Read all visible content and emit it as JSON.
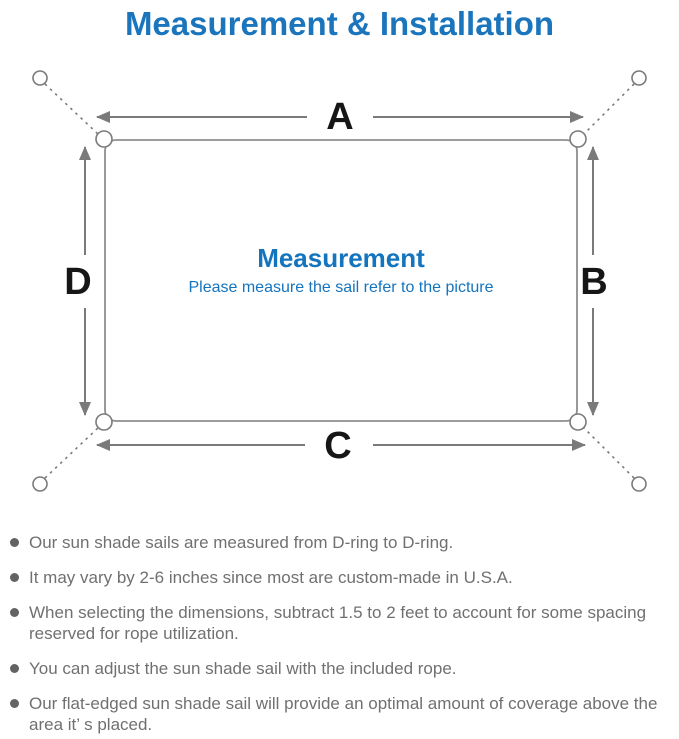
{
  "title": "Measurement & Installation",
  "diagram": {
    "side_labels": {
      "top": "A",
      "right": "B",
      "bottom": "C",
      "left": "D"
    },
    "center": {
      "heading": "Measurement",
      "subheading": "Please measure the sail refer to the picture"
    }
  },
  "colors": {
    "accent_blue": "#1B75BC",
    "center_blue": "#1474BE",
    "line_gray": "#7A7A7A",
    "sail_outline_gray": "#8E8E8E",
    "label_black": "#161616",
    "note_gray": "#707070"
  },
  "notes": [
    "Our sun shade sails are measured from D-ring to D-ring.",
    "It may vary by 2-6 inches since most are custom-made in U.S.A.",
    "When selecting the dimensions, subtract 1.5 to 2 feet to account for some spacing reserved for rope utilization.",
    "You can adjust the sun shade sail with the included rope.",
    "Our flat-edged sun shade sail will provide an optimal amount of coverage above the area it’ s placed."
  ]
}
